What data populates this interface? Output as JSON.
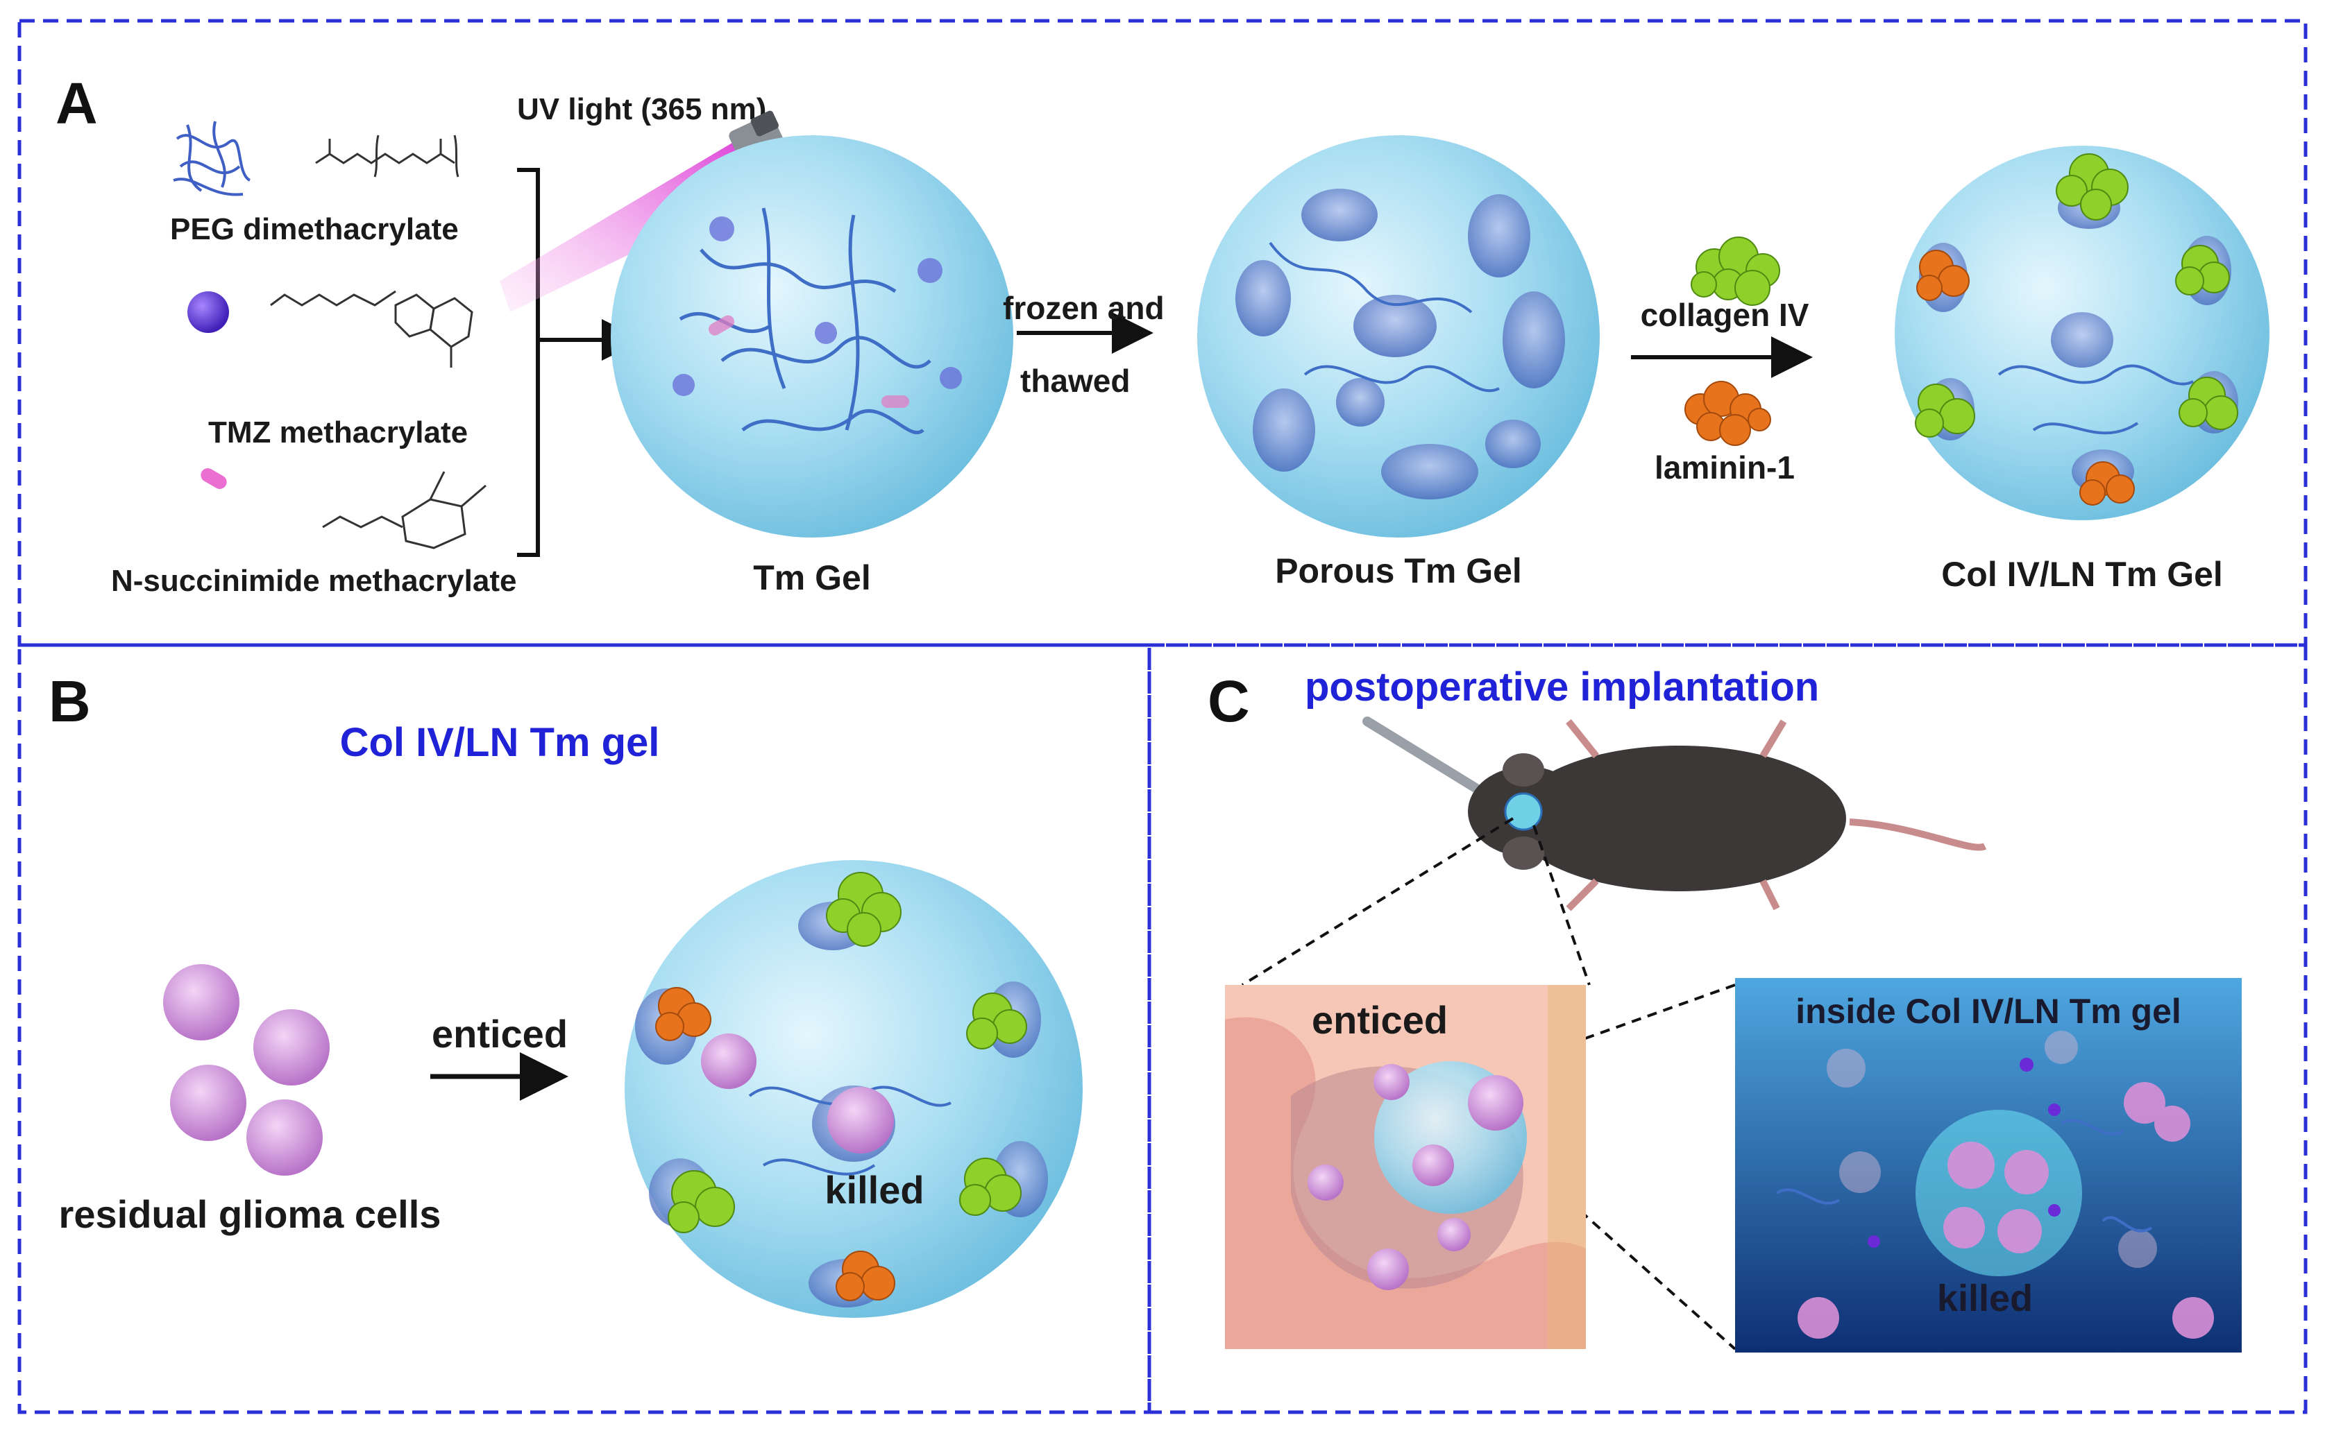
{
  "panels": {
    "a": {
      "letter": "A",
      "uv_label": "UV light (365 nm)",
      "reagents": [
        "PEG dimethacrylate",
        "TMZ methacrylate",
        "N-succinimide methacrylate"
      ],
      "gel_labels": [
        "Tm Gel",
        "Porous Tm Gel",
        "Col IV/LN Tm Gel"
      ],
      "step1": [
        "frozen and",
        "thawed"
      ],
      "proteins": [
        "collagen IV",
        "laminin-1"
      ]
    },
    "b": {
      "letter": "B",
      "title": "Col IV/LN Tm gel",
      "cells_label": "residual glioma cells",
      "arrow_label": "enticed",
      "gel_label": "killed"
    },
    "c": {
      "letter": "C",
      "title": "postoperative implantation",
      "brain_label": "enticed",
      "inset_title": "inside Col IV/LN Tm gel",
      "inset_label": "killed"
    }
  },
  "colors": {
    "frame": "#2b2fd8",
    "title_blue": "#1f22d6",
    "gel": "#9fd8ee",
    "collagen": "#8fd12a",
    "laminin": "#e7731d",
    "glioma": "#d89be0",
    "uv": "#e23fd6"
  }
}
